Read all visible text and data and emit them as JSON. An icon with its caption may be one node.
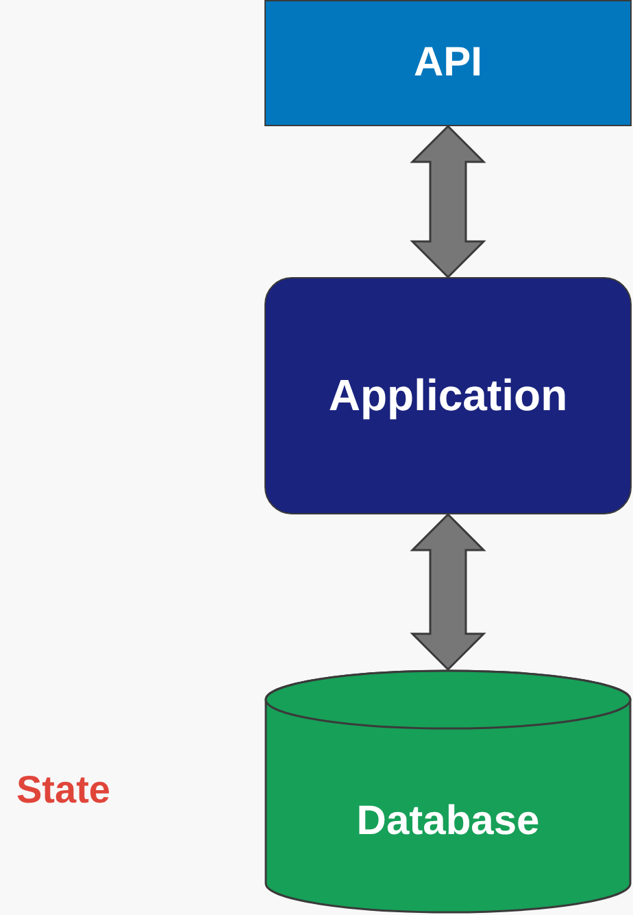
{
  "diagram": {
    "nodes": [
      {
        "text": [
          "API"
        ]
      },
      {
        "text": [
          "Application"
        ]
      },
      {
        "text": [
          "Database"
        ]
      }
    ],
    "edges": [
      {
        "from": 0,
        "to": 1,
        "arrow": "both"
      },
      {
        "from": 1,
        "to": 2,
        "arrow": "both"
      }
    ],
    "labels": [
      "State"
    ]
  }
}
